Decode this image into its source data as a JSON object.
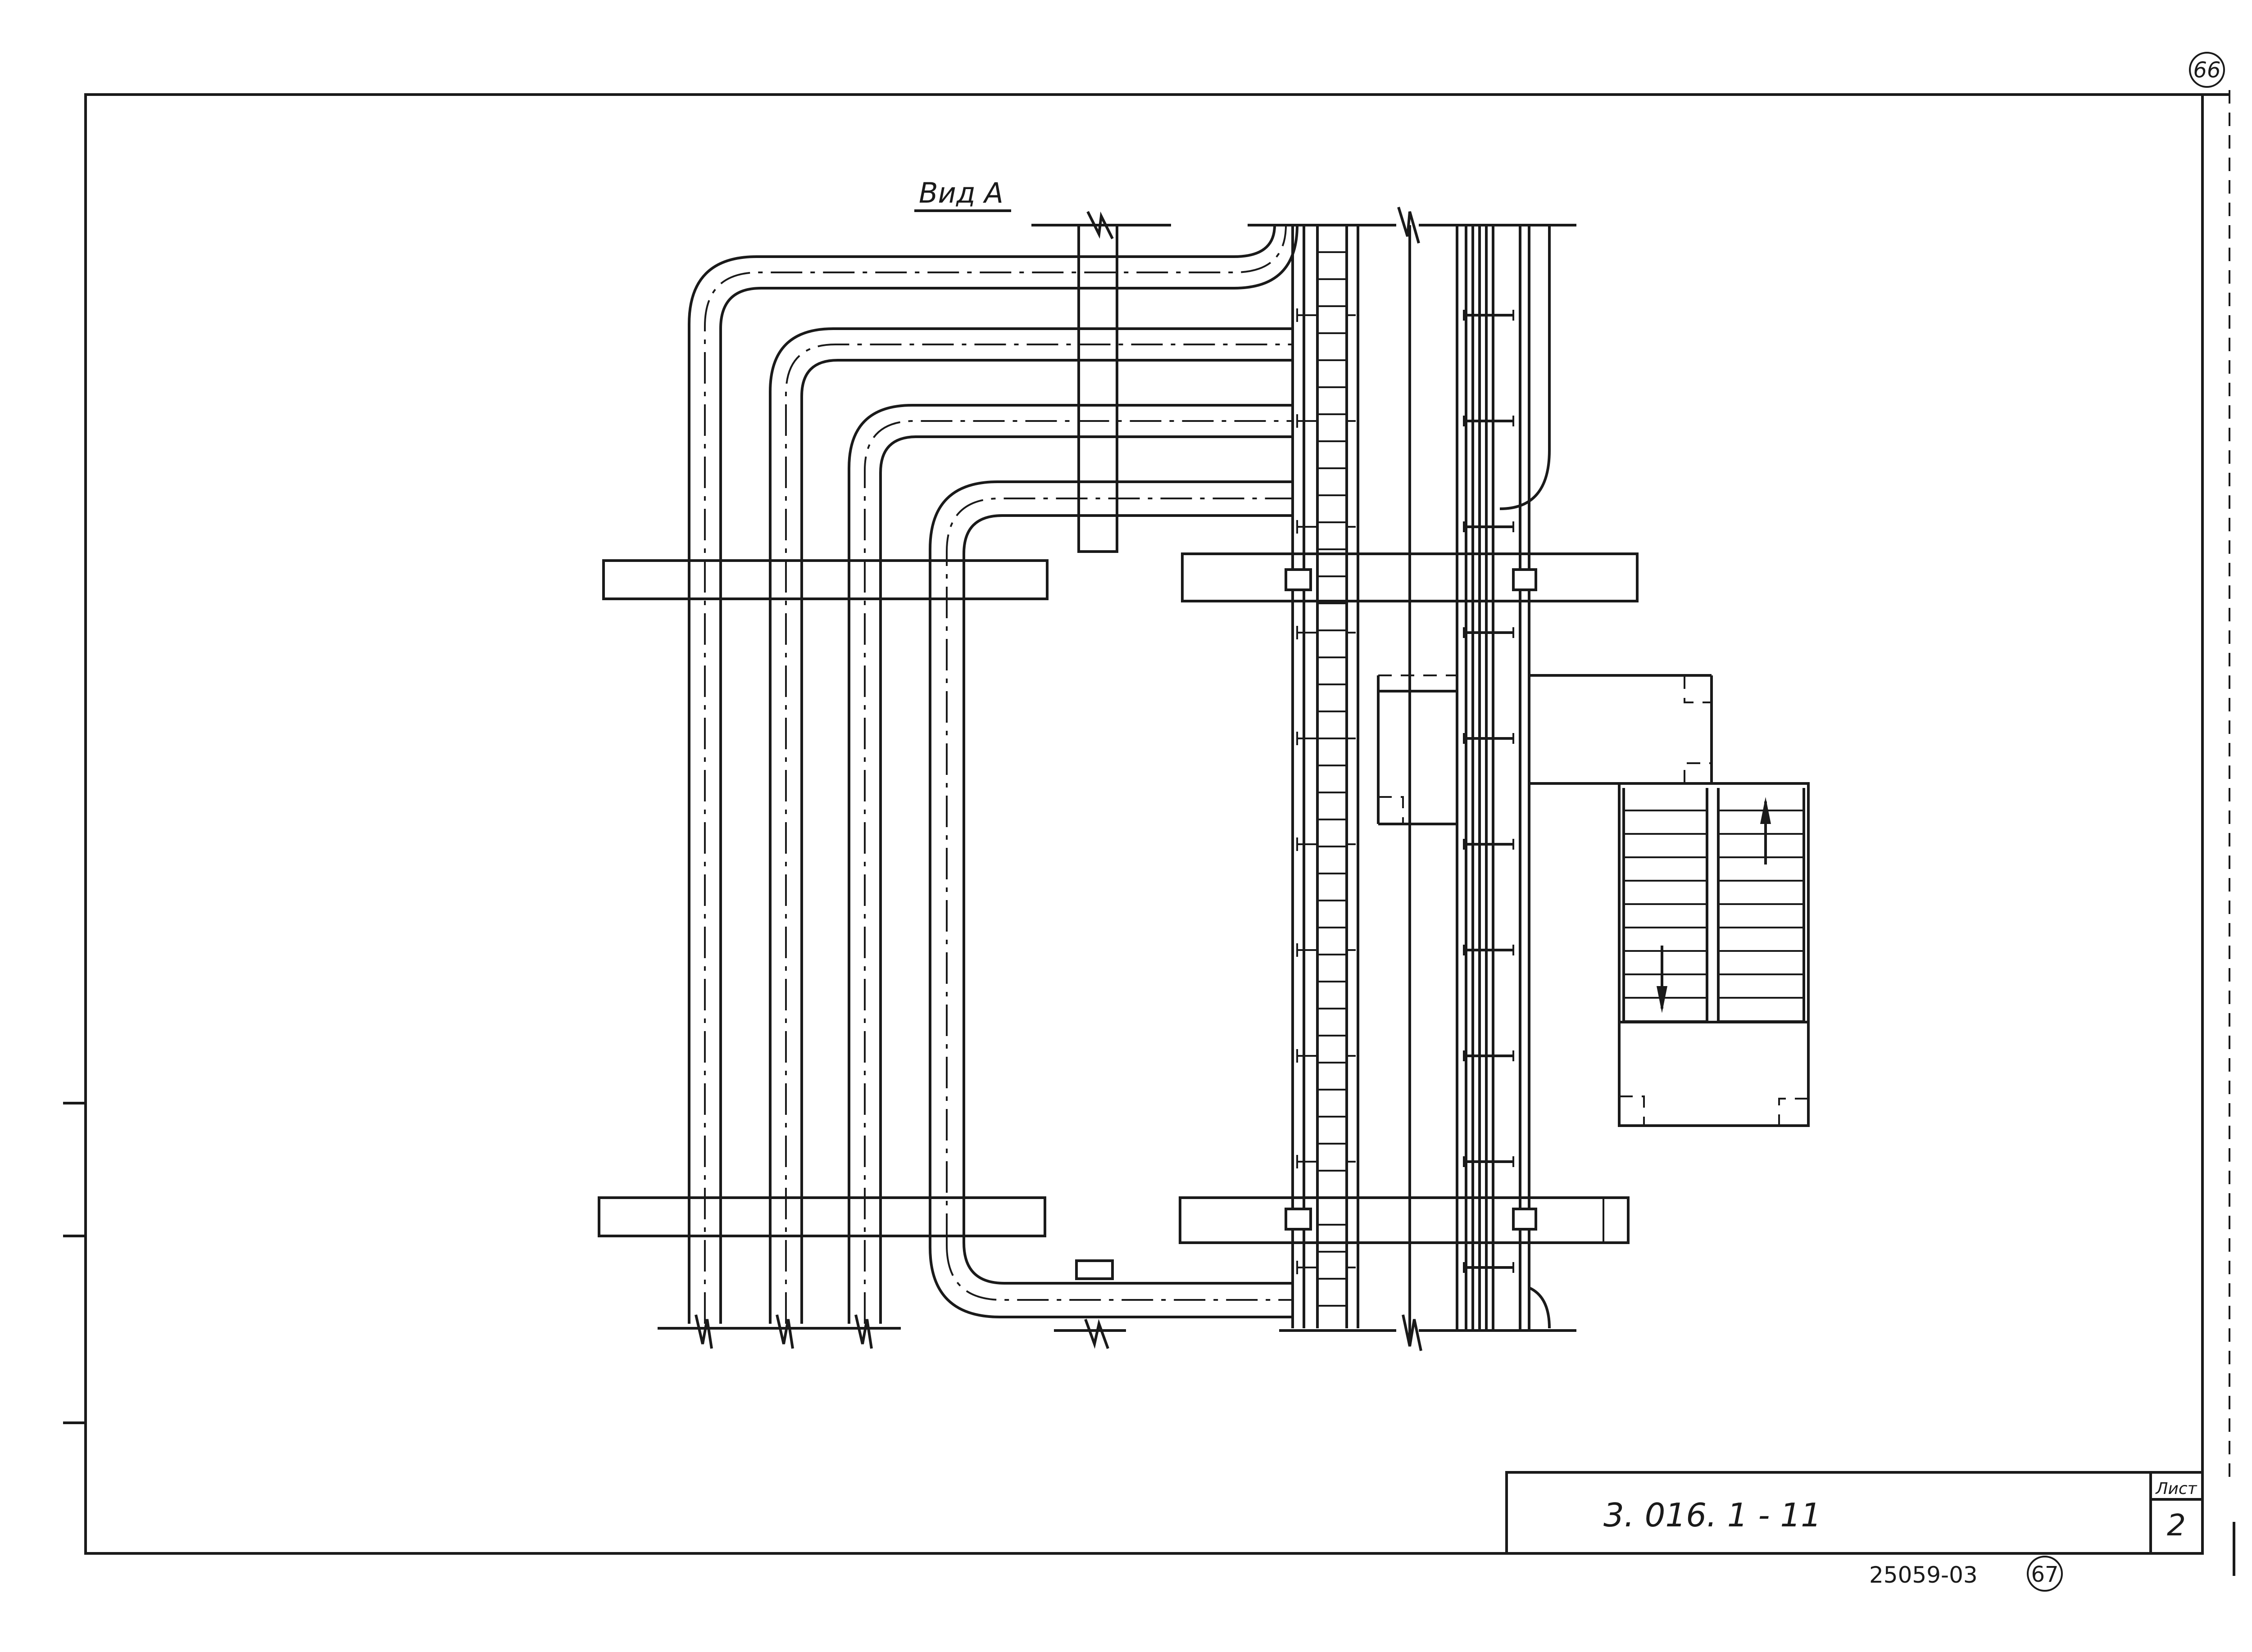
{
  "sheet_mark_top": "66",
  "view_label": "Вид А",
  "title_block": {
    "designation": "3. 016. 1 - 11",
    "sheet_header": "Лист",
    "sheet_number": "2"
  },
  "inventory": {
    "number": "25059-03",
    "circled_number": "67"
  }
}
